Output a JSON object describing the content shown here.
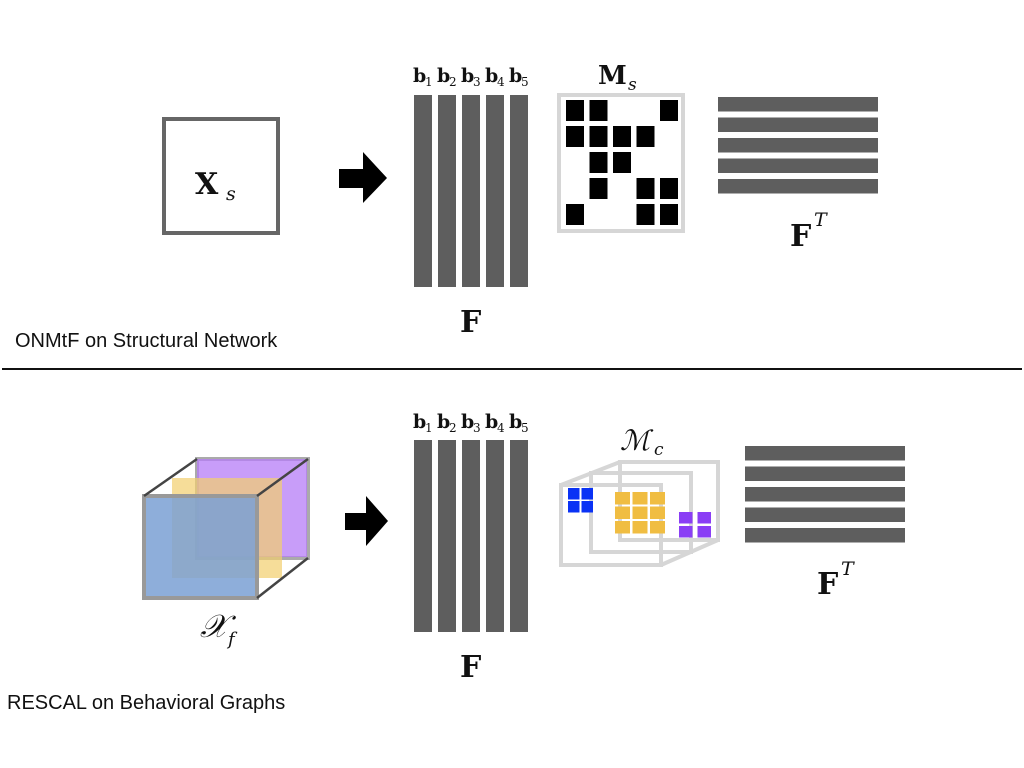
{
  "top_section": {
    "caption": "ONMtF on Structural Network",
    "input_matrix": {
      "symbol": "X",
      "subscript": "s"
    },
    "factor_matrix": {
      "symbol": "F",
      "column_labels": [
        {
          "base": "b",
          "sub": "1"
        },
        {
          "base": "b",
          "sub": "2"
        },
        {
          "base": "b",
          "sub": "3"
        },
        {
          "base": "b",
          "sub": "4"
        },
        {
          "base": "b",
          "sub": "5"
        }
      ]
    },
    "core_matrix": {
      "symbol": "M",
      "subscript": "s",
      "grid": [
        [
          1,
          1,
          0,
          0,
          1
        ],
        [
          1,
          1,
          1,
          1,
          0
        ],
        [
          0,
          1,
          1,
          0,
          0
        ],
        [
          0,
          1,
          0,
          1,
          1
        ],
        [
          1,
          0,
          0,
          1,
          1
        ]
      ]
    },
    "transpose_matrix": {
      "symbol": "F",
      "superscript": "T",
      "rows": 5
    }
  },
  "bottom_section": {
    "caption": "RESCAL on Behavioral Graphs",
    "input_tensor": {
      "symbol": "𝒳",
      "subscript": "f",
      "slice_colors": [
        "#7aa0d4",
        "#f2cf6e",
        "#b57cf7"
      ]
    },
    "factor_matrix": {
      "symbol": "F",
      "column_labels": [
        {
          "base": "b",
          "sub": "1"
        },
        {
          "base": "b",
          "sub": "2"
        },
        {
          "base": "b",
          "sub": "3"
        },
        {
          "base": "b",
          "sub": "4"
        },
        {
          "base": "b",
          "sub": "5"
        }
      ]
    },
    "core_tensor": {
      "symbol": "ℳ",
      "subscript": "c",
      "blocks": [
        {
          "color": "#0a32f5",
          "rows": 2,
          "cols": 2
        },
        {
          "color": "#f0bd42",
          "rows": 3,
          "cols": 3
        },
        {
          "color": "#8a3ef5",
          "rows": 2,
          "cols": 2
        }
      ]
    },
    "transpose_matrix": {
      "symbol": "F",
      "superscript": "T",
      "rows": 5
    }
  },
  "colors": {
    "bar": "#5e5e5e",
    "frame": "#666666",
    "light_frame": "#d6d6d6",
    "matrix_cell": "#000000",
    "divider": "#111111"
  }
}
